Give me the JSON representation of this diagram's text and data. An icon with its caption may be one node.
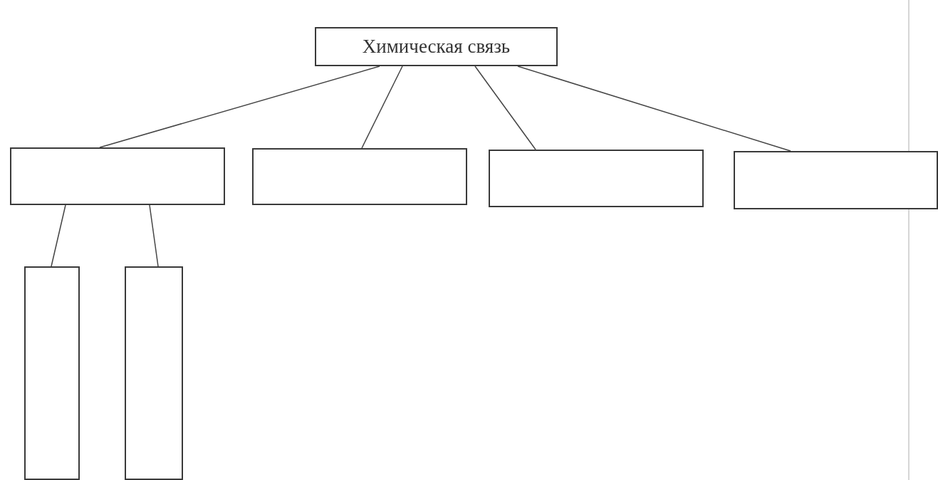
{
  "diagram": {
    "nodes": [
      {
        "text": [
          "Химическая связь"
        ]
      },
      {
        "text": [],
        "shape": "box"
      },
      {
        "text": [],
        "shape": "box"
      },
      {
        "text": [],
        "shape": "box"
      },
      {
        "text": [],
        "shape": "box"
      },
      {
        "text": [],
        "shape": "box"
      },
      {
        "text": [],
        "shape": "box"
      }
    ],
    "edges": [
      {
        "from": 0,
        "to": 1,
        "arrow": "none"
      },
      {
        "from": 0,
        "to": 2,
        "arrow": "none"
      },
      {
        "from": 0,
        "to": 3,
        "arrow": "none"
      },
      {
        "from": 0,
        "to": 4,
        "arrow": "none"
      },
      {
        "from": 1,
        "to": 5,
        "arrow": "none"
      },
      {
        "from": 1,
        "to": 6,
        "arrow": "none"
      }
    ]
  }
}
